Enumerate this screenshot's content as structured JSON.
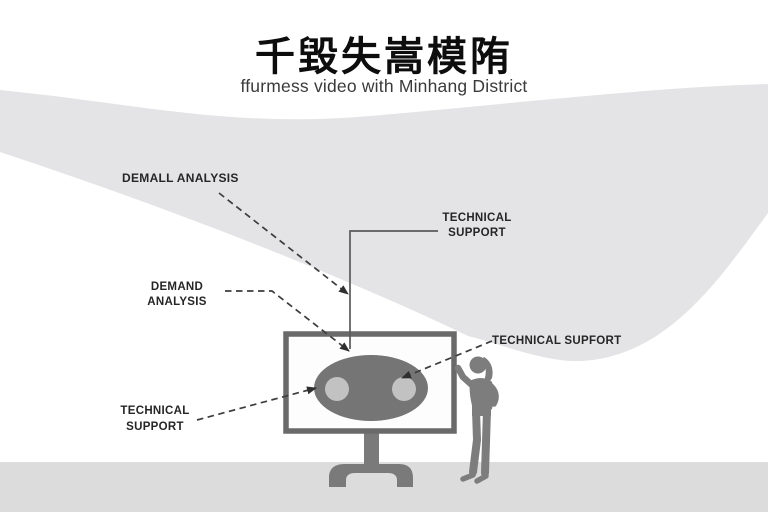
{
  "header": {
    "title_zh": "千毀失嵩模陏",
    "subtitle": "ffurmess video with Minhang District"
  },
  "labels": {
    "demall": "DEMALL ANALYSIS",
    "technical_top": "TECHNICAL\nSUPPORT",
    "demand": "DEMAND\nANALYSIS",
    "technical_bottom": "TECHNICAL\nSUPPORT",
    "technical_right": "TECHNICAL SUPFORT"
  },
  "figure": {
    "monitor": "display-screen-with-robot-face",
    "face": "dark-oval-face-with-two-light-eyes",
    "person": "standing-person-silhouette-touching-screen"
  },
  "connections": [
    {
      "from": "DEMALL ANALYSIS",
      "to": "vertical-connector-above-monitor",
      "style": "dashed-arrow"
    },
    {
      "from": "TECHNICAL SUPPORT (top)",
      "to": "top-of-oval-face",
      "style": "solid-elbow-line"
    },
    {
      "from": "DEMAND ANALYSIS",
      "to": "top-of-oval-face",
      "style": "dashed-arrow"
    },
    {
      "from": "TECHNICAL SUPPORT (bottom-left)",
      "to": "left-eye",
      "style": "dashed-arrow"
    },
    {
      "from": "TECHNICAL SUPFORT (right)",
      "to": "right-eye",
      "style": "dashed-arrow"
    }
  ],
  "colors": {
    "background": "#ffffff",
    "blob": "#e4e4e6",
    "floor": "#dcdcdc",
    "frame": "#6a6a6a",
    "screen": "#fdfdfd",
    "face": "#757575",
    "eye": "#c2c2c2",
    "stand": "#7a7a7a",
    "person": "#7d7d7d",
    "line": "#5a5a5a",
    "dash": "#3d3d3d",
    "arrow": "#2f2f2f",
    "label_text": "#262626",
    "title_text": "#0d0d0d",
    "subtitle_text": "#3a3a3a"
  }
}
